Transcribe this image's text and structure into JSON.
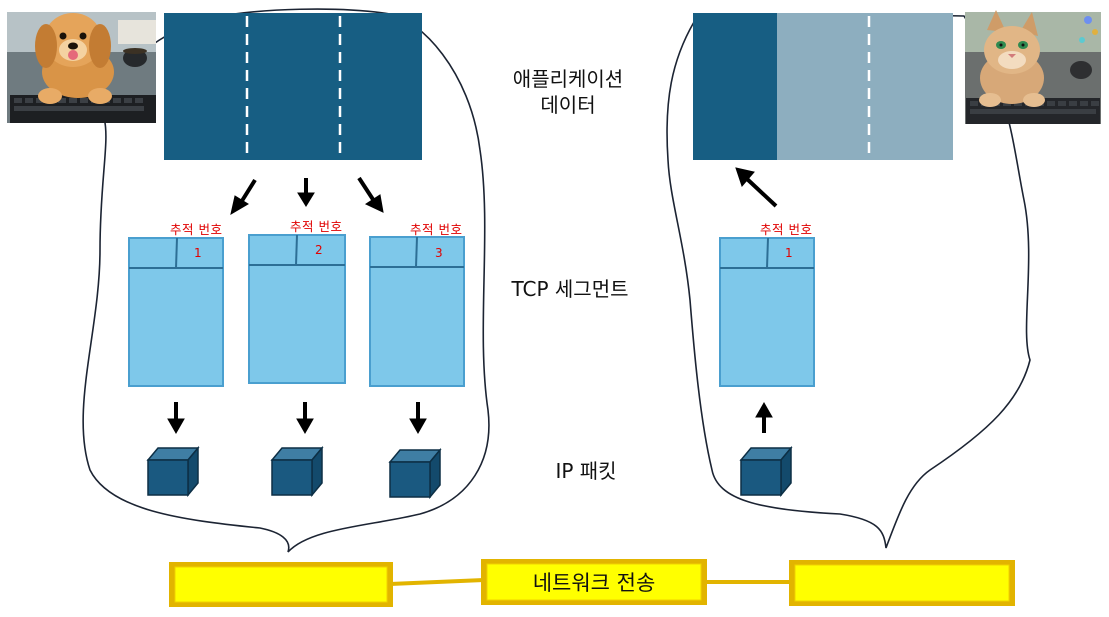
{
  "labels": {
    "app_data_line1": "애플리케이션",
    "app_data_line2": "데이터",
    "tcp_segment": "TCP 세그먼트",
    "ip_packet": "IP 패킷",
    "network_transfer": "네트워크 전송"
  },
  "sender": {
    "avatar": "puppy-at-keyboard",
    "segments": [
      {
        "tracking_label": "추적 번호",
        "number": "1"
      },
      {
        "tracking_label": "추적 번호",
        "number": "2"
      },
      {
        "tracking_label": "추적 번호",
        "number": "3"
      }
    ]
  },
  "receiver": {
    "avatar": "cat-at-keyboard",
    "segments": [
      {
        "tracking_label": "추적 번호",
        "number": "1"
      }
    ]
  },
  "colors": {
    "app_block_dark": "#175e83",
    "app_block_faded": "#8daebf",
    "segment_fill": "#7ec8ea",
    "segment_border": "#4a9fcf",
    "packet_cube": "#1a5980",
    "network_bar": "#ffff00",
    "network_bar_border": "#e2b400",
    "tracking_text": "#e00000"
  }
}
